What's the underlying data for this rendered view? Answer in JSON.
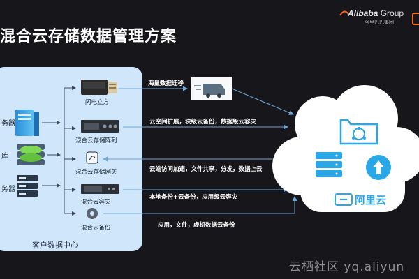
{
  "slide": {
    "title": "混合云存储数据管理方案"
  },
  "brand": {
    "logo_name": "Alibaba",
    "logo_group": "Group",
    "logo_sub": "阿里巴巴集团",
    "accent": "#f26a1b"
  },
  "datacenter": {
    "label": "客户数据中心",
    "left_labels": [
      "务器",
      "库",
      "务器"
    ],
    "devices": [
      "闪电立方",
      "混合云存储阵列",
      "混合云存储网关",
      "混合云容灾",
      "混合云备份"
    ]
  },
  "flows": [
    {
      "label": "海量数据迁移"
    },
    {
      "label": "云空间扩展，块级云备份，数据级云容灾"
    },
    {
      "label": "云端访问加速，文件共享，分发，数据上云"
    },
    {
      "label": "本地备份+云备份，应用级云容灾"
    },
    {
      "label": "应用，文件，虚机数据云备份"
    }
  ],
  "cloud": {
    "provider": "阿里云",
    "accent": "#2aa7e6"
  },
  "watermark": {
    "text": "云栖社区 yq.aliyun"
  },
  "colors": {
    "background": "#16161b",
    "panel": "#cfe6fb",
    "arrow": "#6fa7d6"
  }
}
